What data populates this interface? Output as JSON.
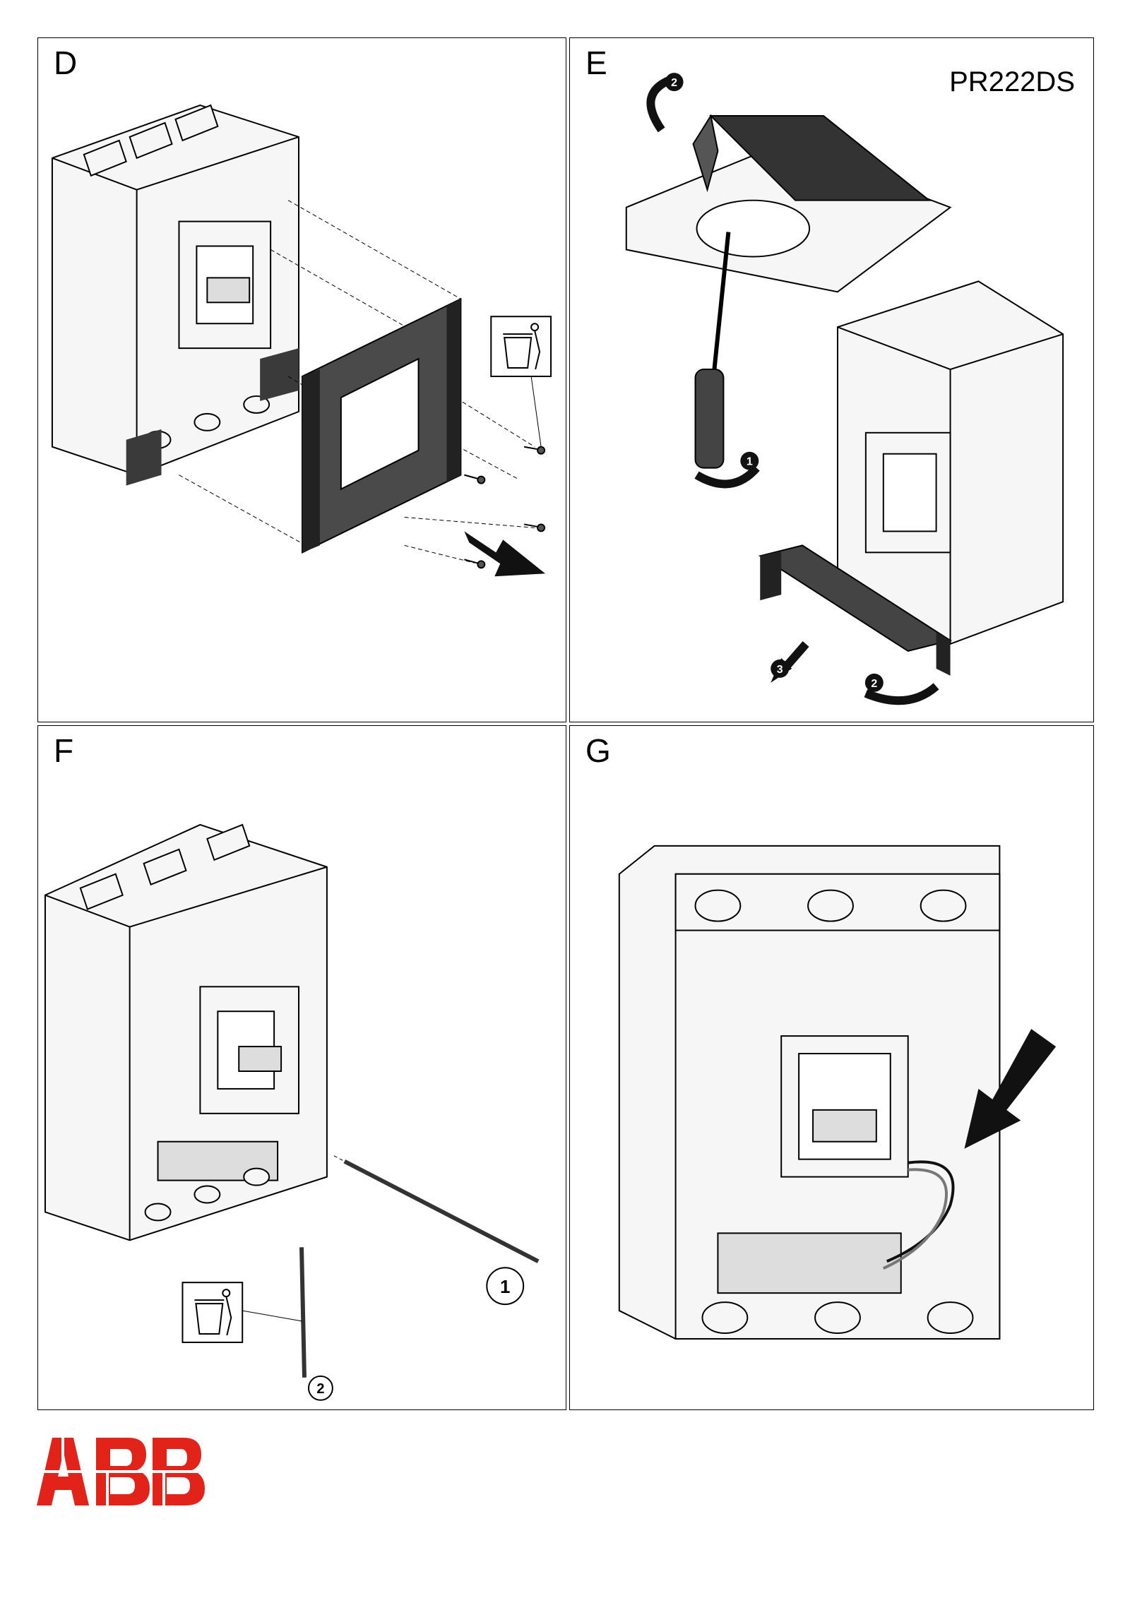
{
  "panels": {
    "d": {
      "letter": "D"
    },
    "e": {
      "letter": "E",
      "model": "PR222DS",
      "steps": [
        "1",
        "2",
        "2",
        "3"
      ]
    },
    "f": {
      "letter": "F",
      "callouts": [
        "1",
        "2"
      ]
    },
    "g": {
      "letter": "G"
    }
  },
  "logo": {
    "text": "ABB",
    "color": "#e2231a"
  },
  "colors": {
    "dark_part": "#3a3a3a",
    "line": "#000000",
    "brand": "#e2231a"
  }
}
